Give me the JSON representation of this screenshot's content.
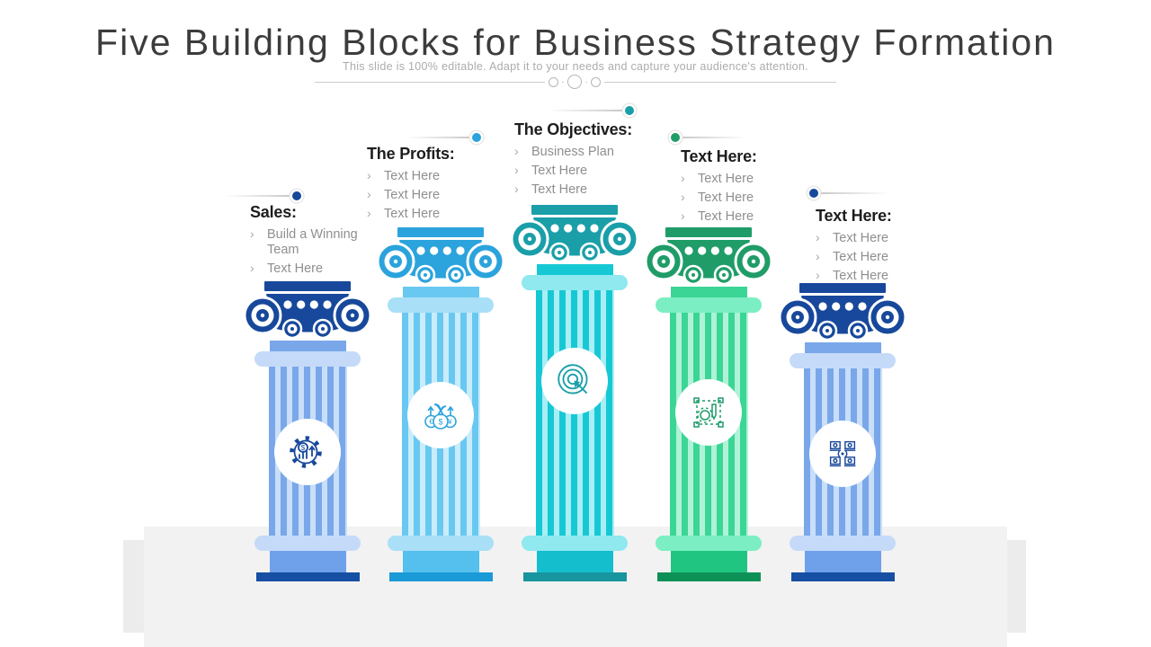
{
  "slide": {
    "title": "Five Building Blocks for Business Strategy Formation",
    "subtitle": "This slide is 100% editable. Adapt it to your needs and capture your audience's attention."
  },
  "pillars": [
    {
      "heading": "Sales:",
      "bullets": [
        "Build a Winning Team",
        "Text Here"
      ],
      "icon": "dollar-gear-growth",
      "colors": {
        "cap": "#17489B",
        "shaft": "#79A7EA",
        "flute": "#C9DEF8",
        "tint": "#C5DAF8",
        "plinth": "#6FA0EA",
        "bar": "#164FA3",
        "dot": "#17489B"
      }
    },
    {
      "heading": "The Profits:",
      "bullets": [
        "Text Here",
        "Text Here",
        "Text Here"
      ],
      "icon": "money-bags-growth",
      "colors": {
        "cap": "#2BA3DC",
        "shaft": "#69C8F1",
        "flute": "#C9ECFB",
        "tint": "#A9DFF7",
        "plinth": "#55C0EE",
        "bar": "#1A9AD7",
        "dot": "#2BA3DC"
      }
    },
    {
      "heading": "The Objectives:",
      "bullets": [
        "Business Plan",
        "Text Here",
        "Text Here"
      ],
      "icon": "target-arrow",
      "colors": {
        "cap": "#1A9FA9",
        "shaft": "#16C8D4",
        "flute": "#A8EEF4",
        "tint": "#8FE9EF",
        "plinth": "#14BECC",
        "bar": "#18959F",
        "dot": "#1A9FA9"
      }
    },
    {
      "heading": "Text Here:",
      "bullets": [
        "Text Here",
        "Text Here",
        "Text Here"
      ],
      "icon": "design-gear-pencil",
      "colors": {
        "cap": "#1F9C68",
        "shaft": "#3BD595",
        "flute": "#AFF2D7",
        "tint": "#7BEEC3",
        "plinth": "#1FC581",
        "bar": "#0E9157",
        "dot": "#1F9C68"
      }
    },
    {
      "heading": "Text Here:",
      "bullets": [
        "Text Here",
        "Text Here",
        "Text Here"
      ],
      "icon": "team-network",
      "colors": {
        "cap": "#17489B",
        "shaft": "#79A7EA",
        "flute": "#C9DEF8",
        "tint": "#C5DAF8",
        "plinth": "#6FA0EA",
        "bar": "#164FA3",
        "dot": "#17489B"
      }
    }
  ]
}
